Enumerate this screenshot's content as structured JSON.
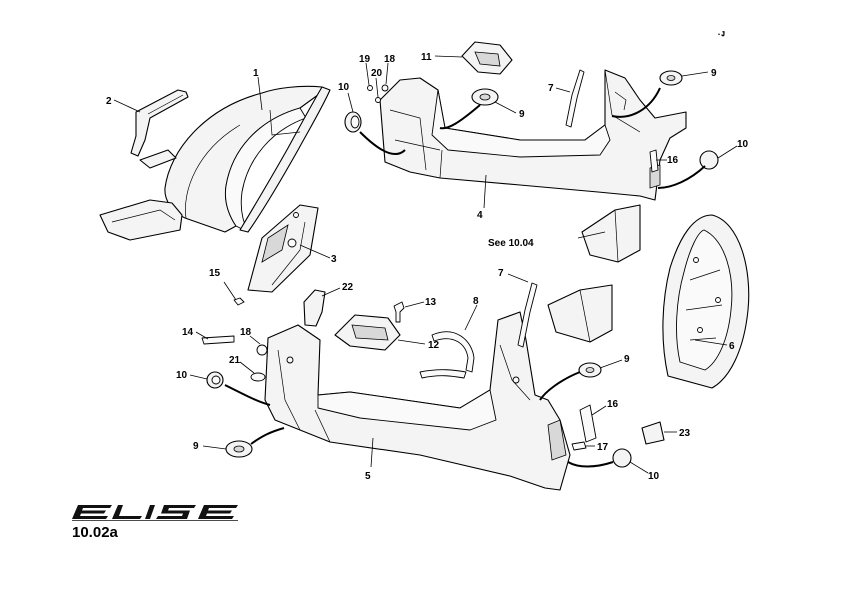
{
  "brand": {
    "logo_text": "ELISE",
    "page_code": "10.02a"
  },
  "callouts": [
    {
      "id": "c1",
      "label": "1"
    },
    {
      "id": "c2",
      "label": "2"
    },
    {
      "id": "c3",
      "label": "3"
    },
    {
      "id": "c4",
      "label": "4"
    },
    {
      "id": "c5",
      "label": "5"
    },
    {
      "id": "c6",
      "label": "6"
    },
    {
      "id": "c7a",
      "label": "7"
    },
    {
      "id": "c7b",
      "label": "7"
    },
    {
      "id": "c8",
      "label": "8"
    },
    {
      "id": "c9a",
      "label": "9"
    },
    {
      "id": "c9b",
      "label": "9"
    },
    {
      "id": "c9c",
      "label": "9"
    },
    {
      "id": "c9d",
      "label": "9"
    },
    {
      "id": "c10a",
      "label": "10"
    },
    {
      "id": "c10b",
      "label": "10"
    },
    {
      "id": "c10c",
      "label": "10"
    },
    {
      "id": "c10d",
      "label": "10"
    },
    {
      "id": "c11",
      "label": "11"
    },
    {
      "id": "c12",
      "label": "12"
    },
    {
      "id": "c13",
      "label": "13"
    },
    {
      "id": "c14",
      "label": "14"
    },
    {
      "id": "c15",
      "label": "15"
    },
    {
      "id": "c16a",
      "label": "16"
    },
    {
      "id": "c16b",
      "label": "16"
    },
    {
      "id": "c17",
      "label": "17"
    },
    {
      "id": "c18a",
      "label": "18"
    },
    {
      "id": "c18b",
      "label": "18"
    },
    {
      "id": "c19",
      "label": "19"
    },
    {
      "id": "c20",
      "label": "20"
    },
    {
      "id": "c21",
      "label": "21"
    },
    {
      "id": "c22",
      "label": "22"
    },
    {
      "id": "c23",
      "label": "23"
    },
    {
      "id": "see",
      "label": "See 10.04"
    }
  ]
}
